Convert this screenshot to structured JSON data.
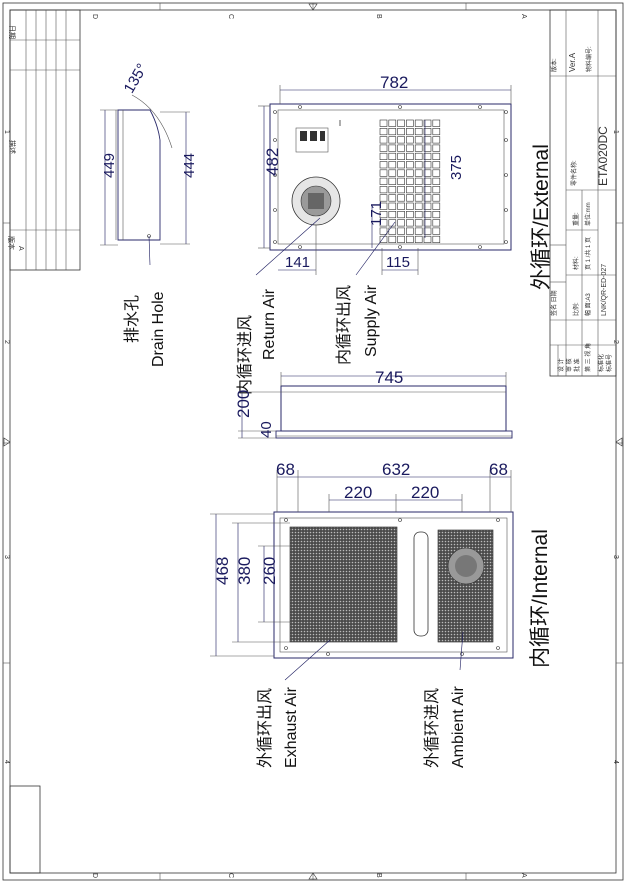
{
  "drawing": {
    "side_view": {
      "angle": "135°",
      "dim_left": "449",
      "dim_right": "444",
      "drain_cn": "排水孔",
      "drain_en": "Drain Hole"
    },
    "front_view": {
      "width": "782",
      "height": "482",
      "dim_375": "375",
      "dim_171": "171",
      "dim_141": "141",
      "dim_115": "115",
      "return_cn": "内循环进风",
      "return_en": "Return Air",
      "supply_cn": "内循环出风",
      "supply_en": "Supply Air",
      "external_label": "外循环/External"
    },
    "top_view": {
      "width": "745",
      "dim_200": "200",
      "dim_40": "40"
    },
    "rear_view": {
      "dim_68_left": "68",
      "dim_632": "632",
      "dim_68_right": "68",
      "dim_220_a": "220",
      "dim_220_b": "220",
      "dim_468": "468",
      "dim_380": "380",
      "dim_260": "260",
      "exhaust_cn": "外循环出风",
      "exhaust_en": "Exhaust Air",
      "ambient_cn": "外循环进风",
      "ambient_en": "Ambient Air",
      "internal_label": "内循环/Internal"
    }
  },
  "frame": {
    "top_letters": [
      "D",
      "C",
      "B",
      "A"
    ],
    "bottom_letters": [
      "D",
      "C",
      "B",
      "A"
    ],
    "left_numbers": [
      "1",
      "2",
      "3",
      "4"
    ],
    "right_numbers": [
      "1",
      "2",
      "3",
      "4"
    ]
  },
  "title_block": {
    "version_label": "版本:",
    "version": "Ver.A",
    "part_no_label": "物料编号:",
    "part_name_label": "零件名称:",
    "part_name": "ETA020DC",
    "material_label": "材料:",
    "weight_label": "重量:",
    "scale_label": "比例:",
    "sheet_label": "页 1 /共 1 页",
    "unit_label": "单位:mm",
    "format_label": "幅 面:A3",
    "drawing_no": "LNK/QR-ED-027",
    "third_angle": "第 三 视 角",
    "sign_date": "签名  日期",
    "rows": [
      "设 计",
      "审 核",
      "批 准",
      "标准化",
      "标准号"
    ]
  },
  "revision_block": {
    "head": "日期",
    "describe": "描述",
    "version": "版本",
    "version_value": "A"
  }
}
